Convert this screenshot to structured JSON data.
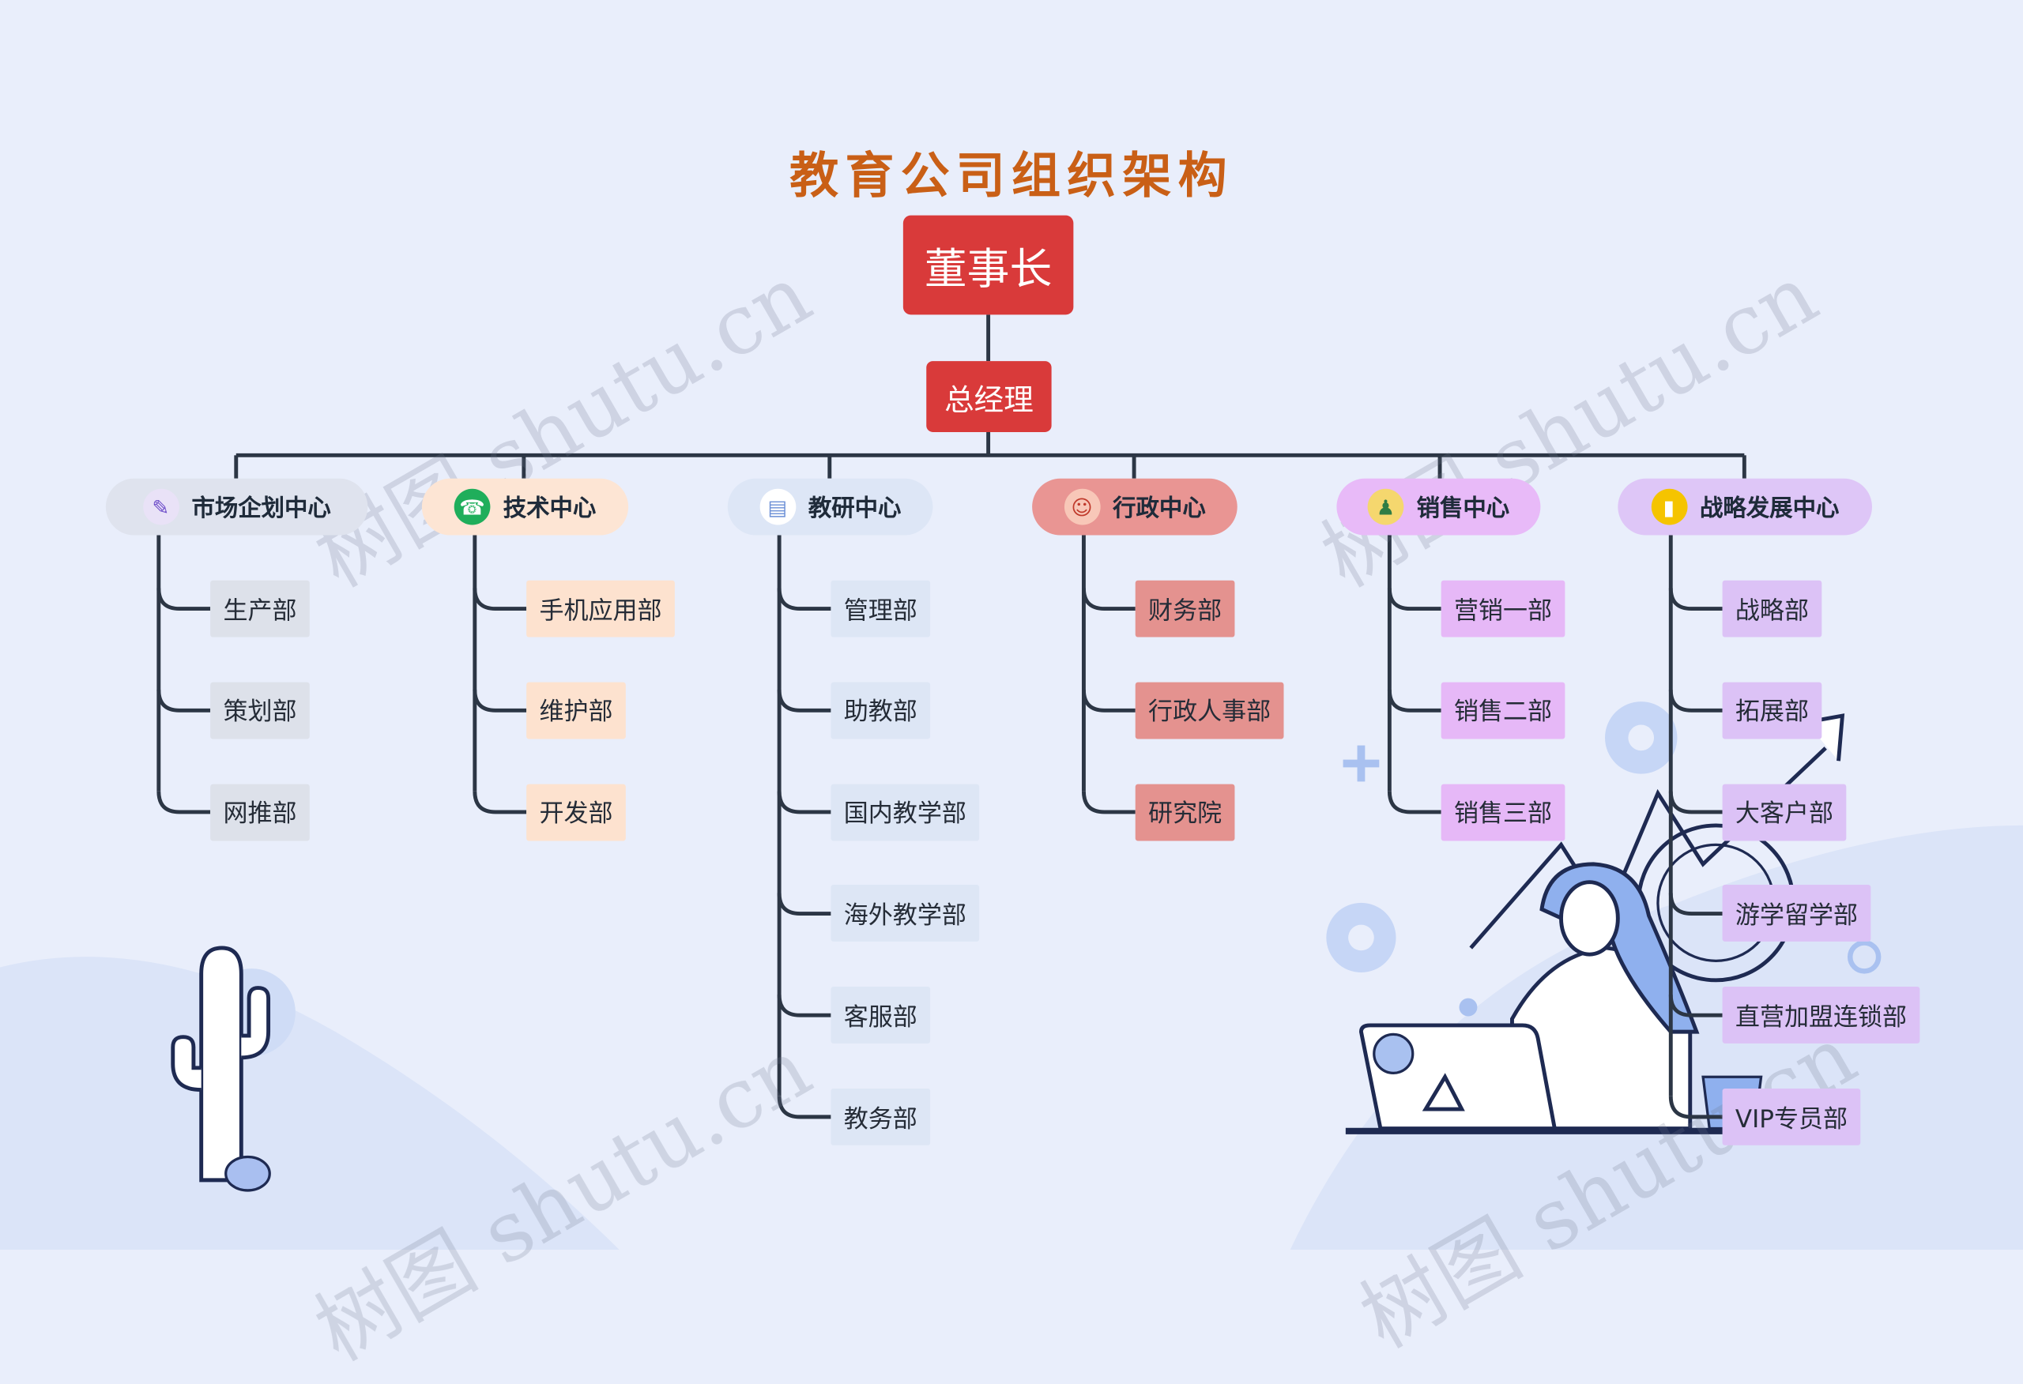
{
  "title": "教育公司组织架构",
  "chairman": "董事长",
  "general_manager": "总经理",
  "centers": [
    {
      "name": "市场企划中心",
      "icon": "pen-icon",
      "bg": "#dfe3ee",
      "leaf_bg": "#dde1ea",
      "departments": [
        "生产部",
        "策划部",
        "网推部"
      ]
    },
    {
      "name": "技术中心",
      "icon": "phone-icon",
      "bg": "#fde5d4",
      "leaf_bg": "#fde2cf",
      "departments": [
        "手机应用部",
        "维护部",
        "开发部"
      ]
    },
    {
      "name": "教研中心",
      "icon": "notepad-icon",
      "bg": "#dde6f6",
      "leaf_bg": "#dde6f5",
      "departments": [
        "管理部",
        "助教部",
        "国内教学部",
        "海外教学部",
        "客服部",
        "教务部"
      ]
    },
    {
      "name": "行政中心",
      "icon": "person-icon",
      "bg": "#e99593",
      "leaf_bg": "#e4928f",
      "departments": [
        "财务部",
        "行政人事部",
        "研究院"
      ]
    },
    {
      "name": "销售中心",
      "icon": "meeting-icon",
      "bg": "#e8baf8",
      "leaf_bg": "#e6b8f7",
      "departments": [
        "营销一部",
        "销售二部",
        "销售三部"
      ]
    },
    {
      "name": "战略发展中心",
      "icon": "bar-chart-icon",
      "bg": "#dec6f7",
      "leaf_bg": "#dcc2f6",
      "departments": [
        "战略部",
        "拓展部",
        "大客户部",
        "游学留学部",
        "直营加盟连锁部",
        "VIP专员部"
      ]
    }
  ],
  "watermark": "树图 shutu.cn"
}
